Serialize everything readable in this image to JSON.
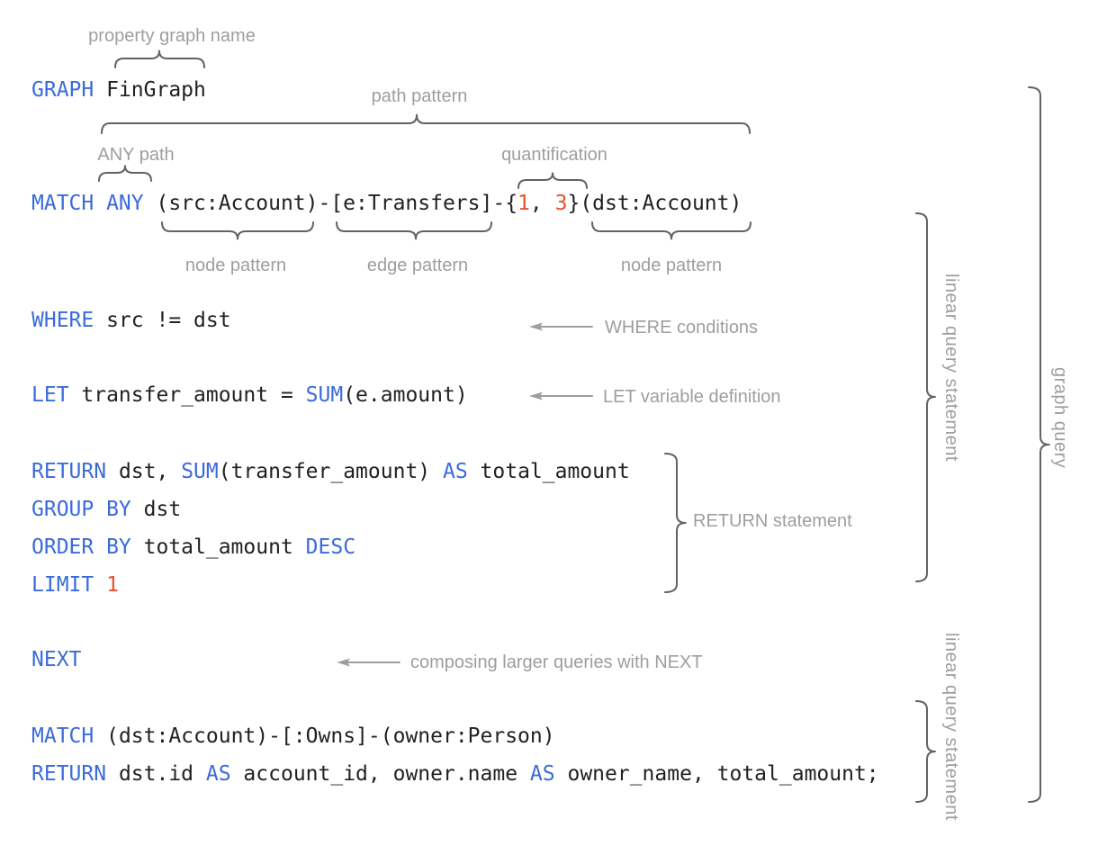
{
  "colors": {
    "keyword": "#3B6BDB",
    "number": "#E8502D",
    "code": "#202124",
    "label": "#9E9E9E",
    "brace": "#5F6368",
    "arrow": "#9E9E9E",
    "background": "#FFFFFF"
  },
  "annotations": {
    "property_graph_name": "property graph name",
    "path_pattern": "path pattern",
    "any_path": "ANY path",
    "quantification": "quantification",
    "node_pattern_1": "node pattern",
    "edge_pattern": "edge pattern",
    "node_pattern_2": "node pattern",
    "where_conditions": "WHERE conditions",
    "let_variable_definition": "LET variable definition",
    "return_statement": "RETURN statement",
    "next_compose": "composing larger queries with NEXT",
    "linear_query_statement_1": "linear query statement",
    "linear_query_statement_2": "linear query statement",
    "graph_query": "graph query"
  },
  "code": {
    "lines": [
      {
        "name": "graph-clause",
        "segments": [
          {
            "text": "GRAPH",
            "type": "kw"
          },
          {
            "text": " FinGraph",
            "type": "plain"
          }
        ]
      },
      {
        "name": "match-clause-1",
        "segments": [
          {
            "text": "MATCH ANY",
            "type": "kw"
          },
          {
            "text": " (src:Account)-[e:Transfers]-{",
            "type": "plain"
          },
          {
            "text": "1",
            "type": "num"
          },
          {
            "text": ", ",
            "type": "plain"
          },
          {
            "text": "3",
            "type": "num"
          },
          {
            "text": "}(dst:Account)",
            "type": "plain"
          }
        ]
      },
      {
        "name": "where-clause",
        "segments": [
          {
            "text": "WHERE",
            "type": "kw"
          },
          {
            "text": " src != dst",
            "type": "plain"
          }
        ]
      },
      {
        "name": "let-clause",
        "segments": [
          {
            "text": "LET",
            "type": "kw"
          },
          {
            "text": " transfer_amount = ",
            "type": "plain"
          },
          {
            "text": "SUM",
            "type": "kw"
          },
          {
            "text": "(e.amount)",
            "type": "plain"
          }
        ]
      },
      {
        "name": "return-clause-1",
        "segments": [
          {
            "text": "RETURN",
            "type": "kw"
          },
          {
            "text": " dst, ",
            "type": "plain"
          },
          {
            "text": "SUM",
            "type": "kw"
          },
          {
            "text": "(transfer_amount) ",
            "type": "plain"
          },
          {
            "text": "AS",
            "type": "kw"
          },
          {
            "text": " total_amount",
            "type": "plain"
          }
        ]
      },
      {
        "name": "group-by-clause",
        "segments": [
          {
            "text": "GROUP BY",
            "type": "kw"
          },
          {
            "text": " dst",
            "type": "plain"
          }
        ]
      },
      {
        "name": "order-by-clause",
        "segments": [
          {
            "text": "ORDER BY",
            "type": "kw"
          },
          {
            "text": " total_amount ",
            "type": "plain"
          },
          {
            "text": "DESC",
            "type": "kw"
          }
        ]
      },
      {
        "name": "limit-clause",
        "segments": [
          {
            "text": "LIMIT",
            "type": "kw"
          },
          {
            "text": " ",
            "type": "plain"
          },
          {
            "text": "1",
            "type": "num"
          }
        ]
      },
      {
        "name": "next-clause",
        "segments": [
          {
            "text": "NEXT",
            "type": "kw"
          }
        ]
      },
      {
        "name": "match-clause-2",
        "segments": [
          {
            "text": "MATCH",
            "type": "kw"
          },
          {
            "text": " (dst:Account)-[:Owns]-(owner:Person)",
            "type": "plain"
          }
        ]
      },
      {
        "name": "return-clause-2",
        "segments": [
          {
            "text": "RETURN",
            "type": "kw"
          },
          {
            "text": " dst.id ",
            "type": "plain"
          },
          {
            "text": "AS",
            "type": "kw"
          },
          {
            "text": " account_id, owner.name ",
            "type": "plain"
          },
          {
            "text": "AS",
            "type": "kw"
          },
          {
            "text": " owner_name, total_amount;",
            "type": "plain"
          }
        ]
      }
    ]
  }
}
